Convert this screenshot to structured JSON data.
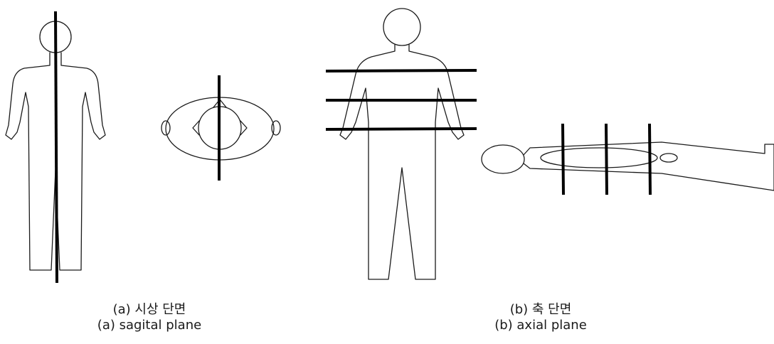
{
  "panels": [
    {
      "id": "a",
      "caption_ko": "(a) 시상 단면",
      "caption_en": "(a) sagital plane"
    },
    {
      "id": "b",
      "caption_ko": "(b) 축 단면",
      "caption_en": "(b) axial plane"
    }
  ],
  "colors": {
    "line": "#000000",
    "background": "#ffffff"
  }
}
